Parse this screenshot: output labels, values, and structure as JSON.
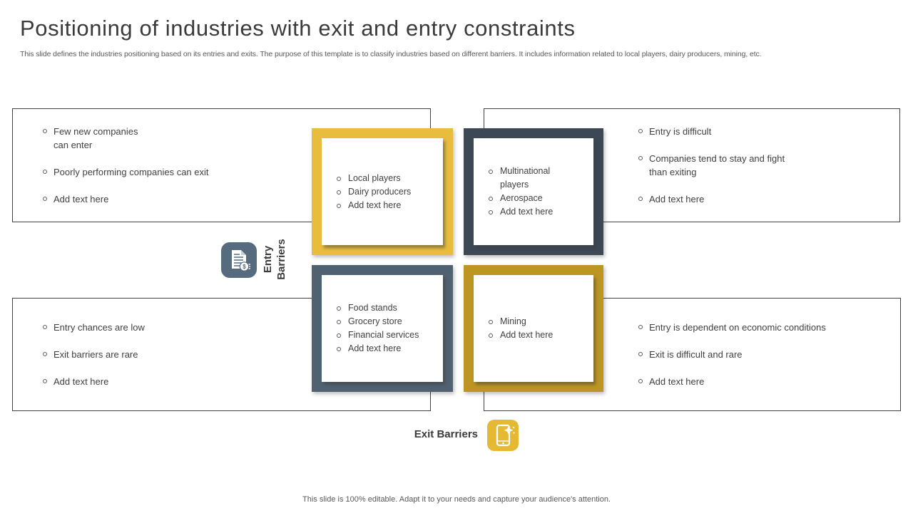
{
  "slide": {
    "title": "Positioning of industries with exit and entry constraints",
    "subtitle": "This slide defines the industries positioning based on its entries and exits. The purpose of this template is to classify industries based on different barriers. It includes information related to local players, dairy producers, mining, etc.",
    "footer": "This slide is 100% editable. Adapt it to your needs and capture your audience's attention."
  },
  "axis_labels": {
    "entry": "Entry Barriers",
    "exit": "Exit Barriers"
  },
  "icons": {
    "entry": "document-money-icon",
    "exit": "phone-tap-icon"
  },
  "quadrants": {
    "top_left": {
      "bullets": [
        "Few new companies can enter",
        "Poorly performing companies can exit",
        "Add text here"
      ]
    },
    "top_right": {
      "bullets": [
        "Entry is difficult",
        "Companies tend to stay and fight than exiting",
        "Add text here"
      ]
    },
    "bottom_left": {
      "bullets": [
        "Entry chances are low",
        "Exit barriers are rare",
        "Add text here"
      ]
    },
    "bottom_right": {
      "bullets": [
        "Entry is dependent on economic conditions",
        "Exit is difficult and rare",
        "Add text here"
      ]
    }
  },
  "industry_boxes": {
    "top_left": {
      "accent_color": "#E8BD3D",
      "items": [
        "Local players",
        "Dairy producers",
        "Add text here"
      ]
    },
    "top_right": {
      "accent_color": "#3C4854",
      "items": [
        "Multinational players",
        "Aerospace",
        "Add text here"
      ]
    },
    "bottom_left": {
      "accent_color": "#506272",
      "items": [
        "Food stands",
        "Grocery store",
        "Financial services",
        "Add text here"
      ]
    },
    "bottom_right": {
      "accent_color": "#BC9522",
      "items": [
        "Mining",
        "Add text here"
      ]
    }
  }
}
